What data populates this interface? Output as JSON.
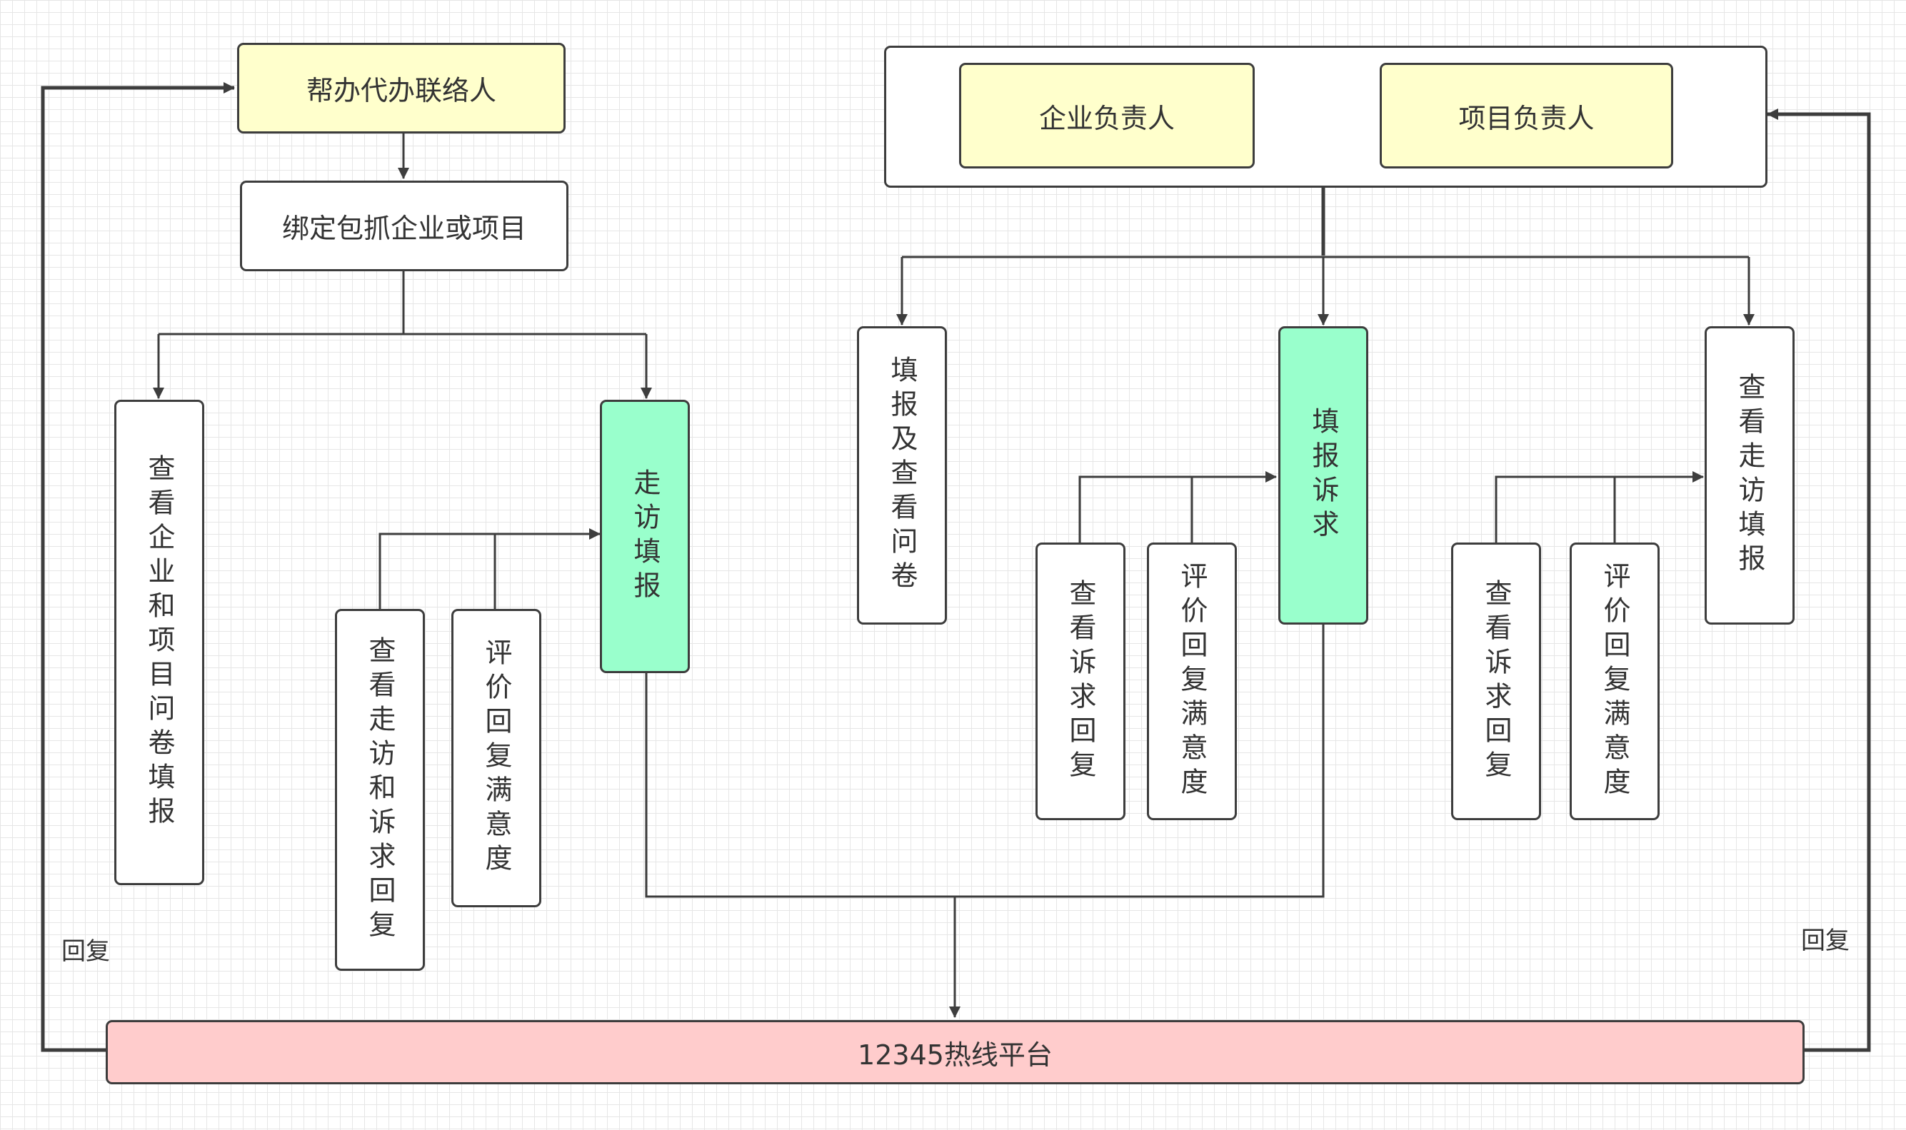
{
  "nodes": {
    "helper_contact": "帮办代办联络人",
    "bind_enterprise": "绑定包抓企业或项目",
    "view_questionnaire": "查看企业和项目问卷填报",
    "view_visit_reply": "查看走访和诉求回复",
    "evaluate_left": "评价回复满意度",
    "visit_fill_left": "走访填报",
    "enterprise_leader": "企业负责人",
    "project_leader": "项目负责人",
    "fill_questionnaire": "填报及查看问卷",
    "view_demand_reply_mid": "查看诉求回复",
    "evaluate_mid": "评价回复满意度",
    "fill_demand": "填报诉求",
    "view_demand_reply_right": "查看诉求回复",
    "evaluate_right": "评价回复满意度",
    "view_visit_fill": "查看走访填报",
    "hotline": "12345热线平台"
  },
  "labels": {
    "reply_left": "回复",
    "reply_right": "回复"
  },
  "colors": {
    "yellow_fill": "#ffffcc",
    "green_fill": "#99ffcc",
    "pink_fill": "#ffcccc",
    "stroke": "#3d3d3d"
  }
}
